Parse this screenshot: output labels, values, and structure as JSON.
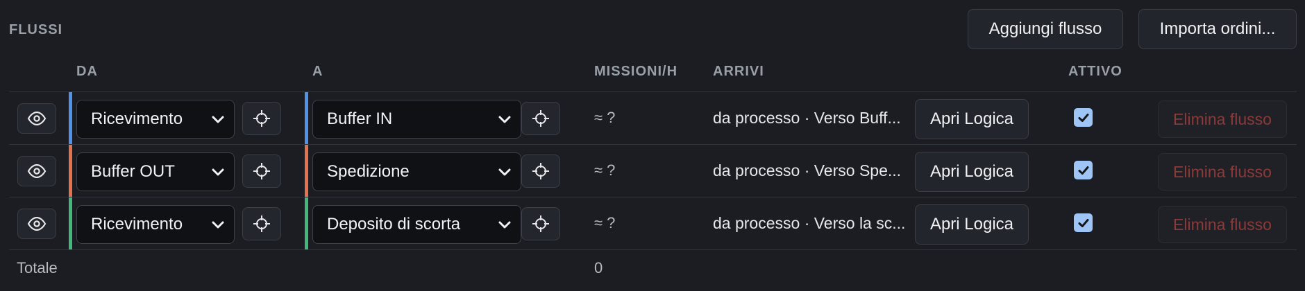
{
  "section": {
    "title": "FLUSSI"
  },
  "toolbar": {
    "add_label": "Aggiungi flusso",
    "import_label": "Importa ordini..."
  },
  "columns": {
    "da": "DA",
    "a": "A",
    "missions": "MISSIONI/H",
    "arrivals": "ARRIVI",
    "active": "ATTIVO"
  },
  "rows": [
    {
      "from": "Ricevimento",
      "from_color": "#4f92e6",
      "to": "Buffer IN",
      "to_color": "#4f92e6",
      "missions": "≈ ?",
      "arrivals": "da processo · Verso Buff...",
      "logic_label": "Apri Logica",
      "active": true,
      "delete_label": "Elimina flusso"
    },
    {
      "from": "Buffer OUT",
      "from_color": "#e3724f",
      "to": "Spedizione",
      "to_color": "#e3724f",
      "missions": "≈ ?",
      "arrivals": "da processo · Verso Spe...",
      "logic_label": "Apri Logica",
      "active": true,
      "delete_label": "Elimina flusso"
    },
    {
      "from": "Ricevimento",
      "from_color": "#41b879",
      "to": "Deposito di scorta",
      "to_color": "#41b879",
      "missions": "≈ ?",
      "arrivals": "da processo · Verso la sc...",
      "logic_label": "Apri Logica",
      "active": true,
      "delete_label": "Elimina flusso"
    }
  ],
  "footer": {
    "total_label": "Totale",
    "total_value": "0"
  },
  "icons": {
    "view": "eye-icon",
    "pick": "crosshair-icon",
    "dropdown": "chevron-down-icon",
    "check": "check-icon"
  }
}
